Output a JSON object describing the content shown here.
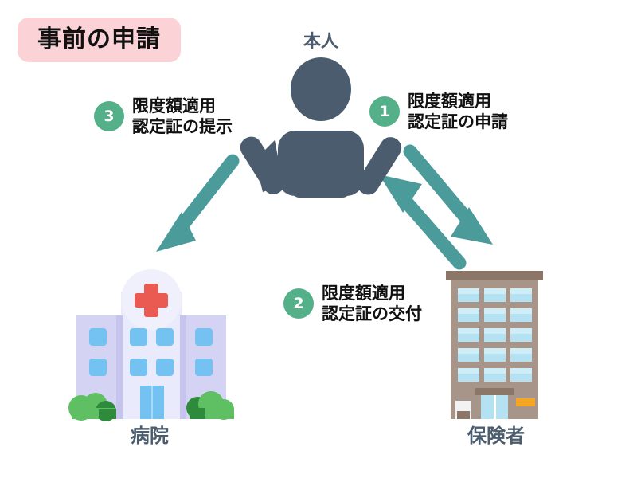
{
  "title": {
    "text": "事前の申請",
    "background_color": "#FBD2D6",
    "text_color": "#111111"
  },
  "colors": {
    "arrow": "#4C9B9B",
    "step_badge": "#53B089",
    "person": "#4A5C6E",
    "caption": "#4A5C6E",
    "hospital_wing": "#D5D3F3",
    "hospital_center": "#E9EAFB",
    "hospital_window": "#74C2F2",
    "hospital_cross": "#EA5A52",
    "bush_light": "#5FBF63",
    "bush_dark": "#2E8B3C",
    "insurer_wall": "#A89589",
    "insurer_roof": "#8B7668",
    "insurer_window": "#B5E2F2",
    "insurer_sign": "#F5A623",
    "background": "#FFFFFF"
  },
  "nodes": [
    {
      "id": "person",
      "label": "本人"
    },
    {
      "id": "hospital",
      "label": "病院"
    },
    {
      "id": "insurer",
      "label": "保険者"
    }
  ],
  "steps": [
    {
      "number": "1",
      "line1": "限度額適用",
      "line2": "認定証の申請",
      "from": "person",
      "to": "insurer"
    },
    {
      "number": "2",
      "line1": "限度額適用",
      "line2": "認定証の交付",
      "from": "insurer",
      "to": "person"
    },
    {
      "number": "3",
      "line1": "限度額適用",
      "line2": "認定証の提示",
      "from": "person",
      "to": "hospital"
    }
  ],
  "icons": {
    "person": "person-icon",
    "hospital": "hospital-building-icon",
    "insurer": "office-building-icon",
    "cross": "red-cross-icon",
    "arrow": "arrow-icon"
  }
}
